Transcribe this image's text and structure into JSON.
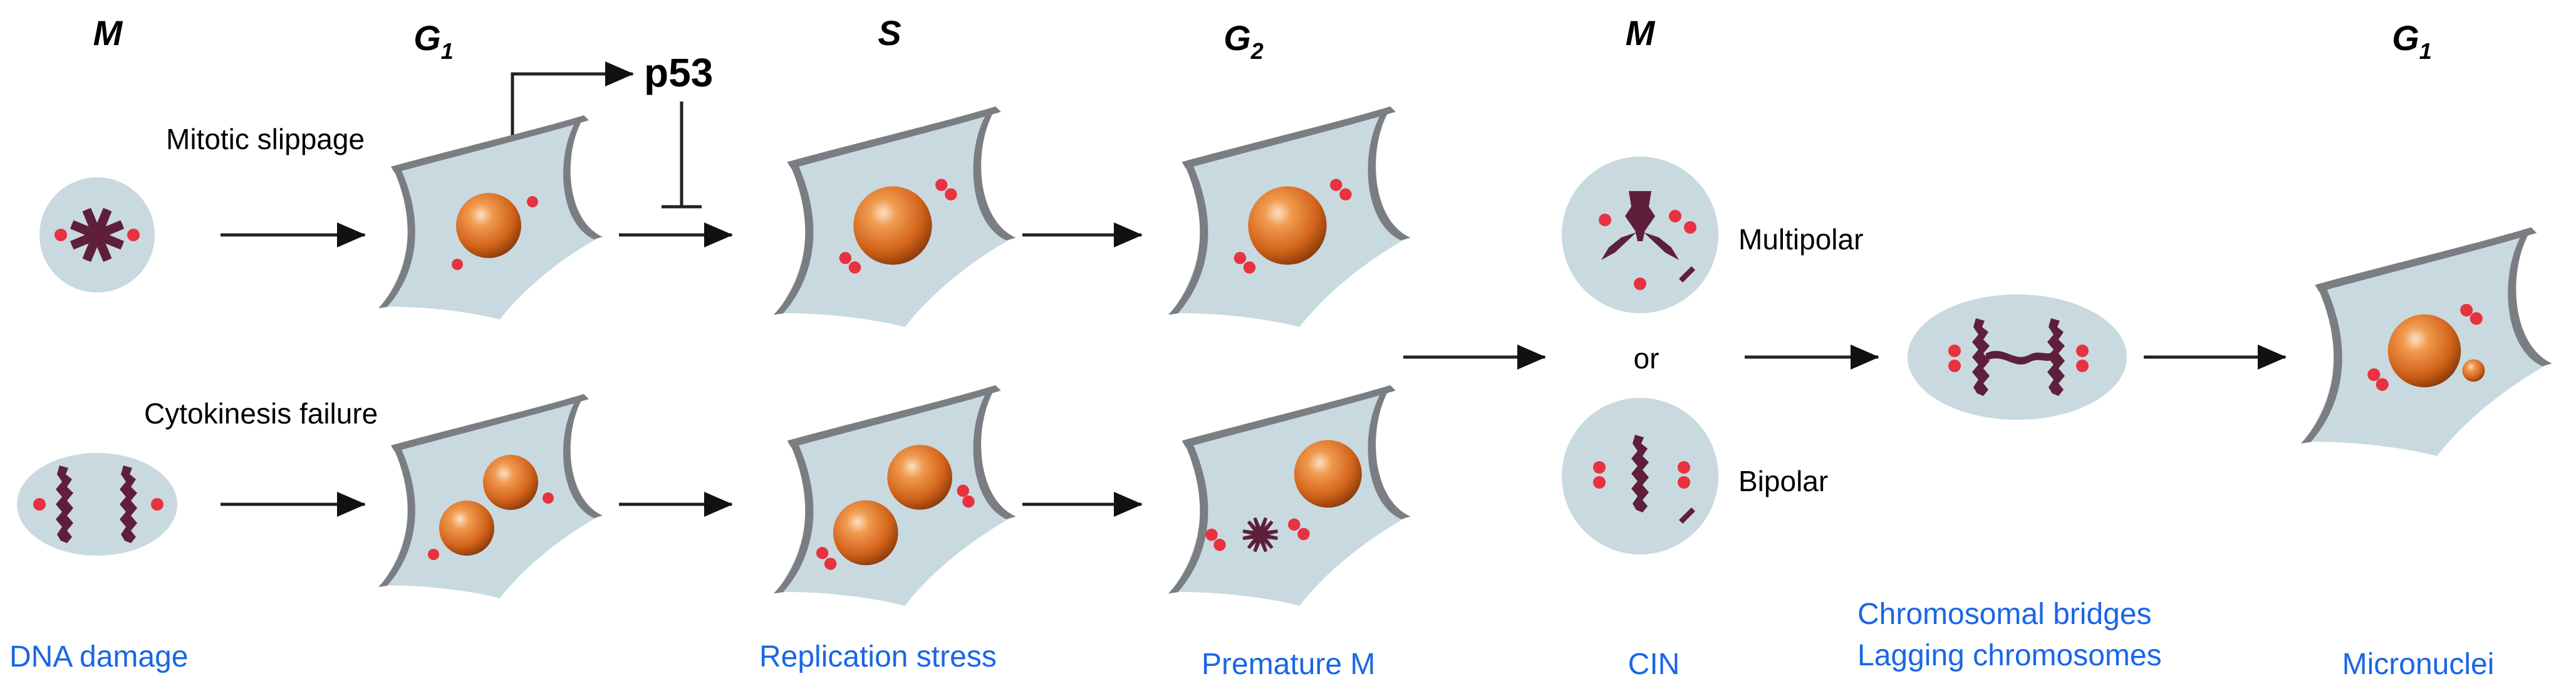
{
  "phases": {
    "m1": {
      "main": "M",
      "sub": ""
    },
    "g1a": {
      "main": "G",
      "sub": "1"
    },
    "s": {
      "main": "S",
      "sub": ""
    },
    "g2": {
      "main": "G",
      "sub": "2"
    },
    "m2": {
      "main": "M",
      "sub": ""
    },
    "g1b": {
      "main": "G",
      "sub": "1"
    }
  },
  "labels": {
    "mitotic_slippage": "Mitotic slippage",
    "cytokinesis_failure": "Cytokinesis failure",
    "p53": "p53",
    "multipolar": "Multipolar",
    "or": "or",
    "bipolar": "Bipolar"
  },
  "outcomes": {
    "dna_damage": "DNA damage",
    "replication_stress": "Replication stress",
    "premature_m": "Premature M",
    "cin": "CIN",
    "bridges_line1": "Chromosomal bridges",
    "bridges_line2": "Lagging chromosomes",
    "micronuclei": "Micronuclei"
  },
  "colors": {
    "cell_fill": "#c9d9e0",
    "cell_rim": "#7a7e82",
    "nucleus": "#d9661c",
    "centrosome": "#e8323f",
    "chromosome": "#5e1f3a",
    "outcome_text": "#1a66e6"
  }
}
